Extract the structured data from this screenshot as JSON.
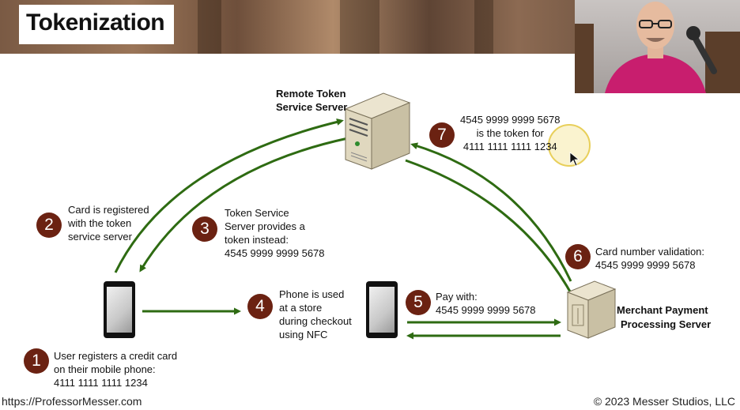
{
  "title": "Tokenization",
  "servers": {
    "remote_line1": "Remote Token",
    "remote_line2": "Service Server",
    "merchant_line1": "Merchant Payment",
    "merchant_line2": "Processing Server"
  },
  "steps": [
    {
      "num": "1",
      "lines": [
        "User registers a credit card",
        "on their mobile phone:",
        "4111 1111 1111 1234"
      ]
    },
    {
      "num": "2",
      "lines": [
        "Card is registered",
        "with the token",
        "service server"
      ]
    },
    {
      "num": "3",
      "lines": [
        "Token Service",
        "Server provides a",
        "token instead:",
        "4545 9999 9999 5678"
      ]
    },
    {
      "num": "4",
      "lines": [
        "Phone is used",
        "at a store",
        "during checkout",
        "using NFC"
      ]
    },
    {
      "num": "5",
      "lines": [
        "Pay with:",
        "4545 9999 9999 5678"
      ]
    },
    {
      "num": "6",
      "lines": [
        "Card number validation:",
        "4545 9999 9999 5678"
      ]
    },
    {
      "num": "7",
      "lines": [
        "4545 9999 9999 5678",
        "is the token for",
        "4111 1111 1111 1234"
      ]
    }
  ],
  "footer": {
    "left": "https://ProfessorMesser.com",
    "right": "© 2023 Messer Studios, LLC"
  },
  "colors": {
    "arrow": "#2e6b12",
    "step_circle": "#6b2212",
    "cursor_highlight": "#f3e08a"
  }
}
